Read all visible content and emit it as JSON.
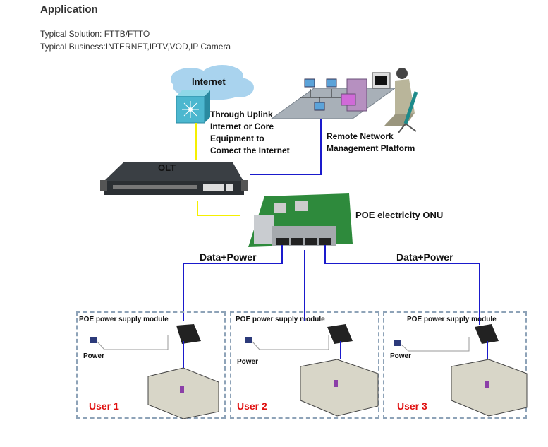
{
  "page": {
    "title": "Application",
    "typical_solution": "Typical Solution: FTTB/FTTO",
    "typical_business": "Typical Business:INTERNET,IPTV,VOD,IP Camera"
  },
  "diagram": {
    "internet_label": "Internet",
    "uplink_text": [
      "Through Uplink",
      "Internet or Core",
      "Equipment to",
      "Comect the Internet"
    ],
    "remote_text": [
      "Remote Network",
      "Management Platform"
    ],
    "olt_label": "OLT",
    "onu_label": "POE electricity ONU",
    "data_power_label": "Data+Power",
    "colors": {
      "uplink_line": "#f5f000",
      "data_line": "#1a1acc",
      "user_label": "#e01010",
      "box_border": "#8ea3b8"
    },
    "users": [
      {
        "module_label": "POE power supply module",
        "power_label": "Power",
        "user_label": "User 1"
      },
      {
        "module_label": "POE power supply module",
        "power_label": "Power",
        "user_label": "User 2"
      },
      {
        "module_label": "POE power supply module",
        "power_label": "Power",
        "user_label": "User 3"
      }
    ]
  }
}
